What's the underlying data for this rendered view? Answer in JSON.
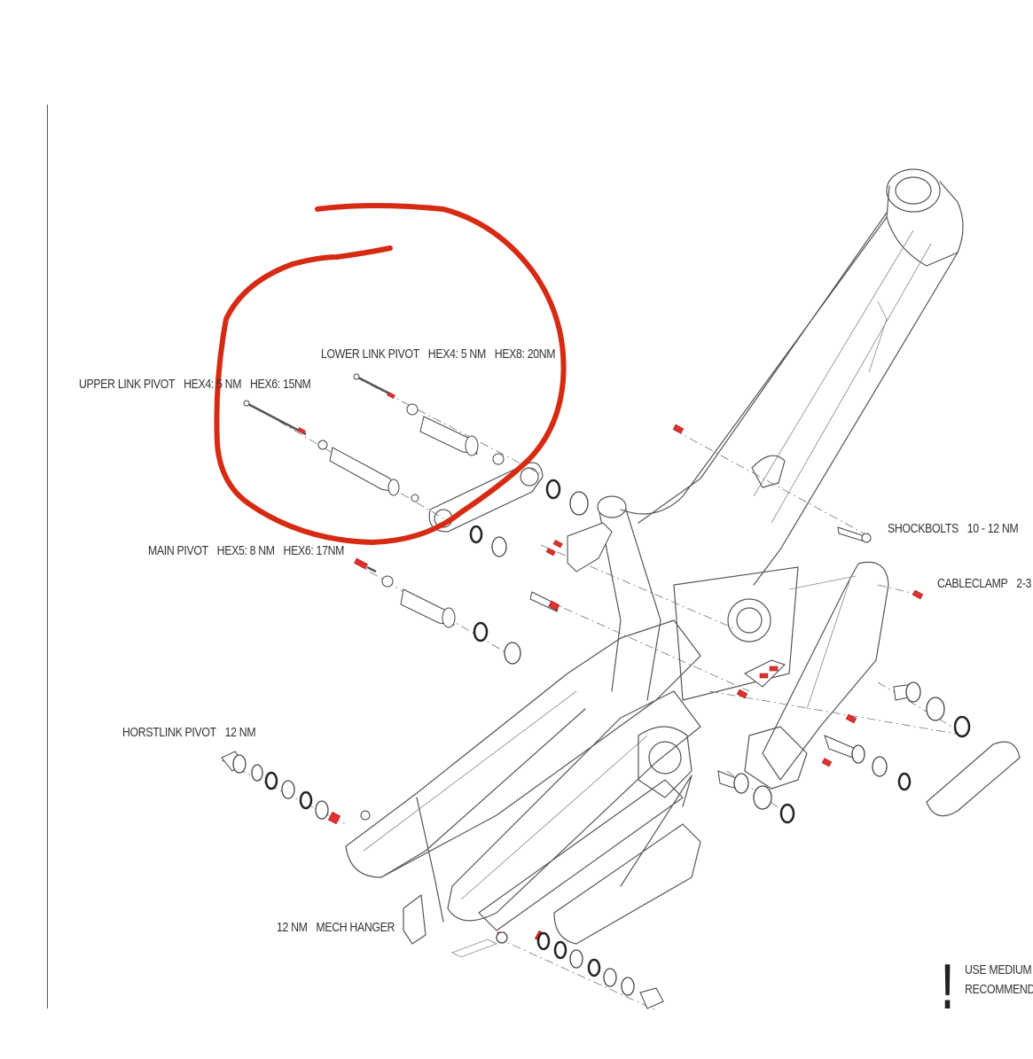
{
  "labels": {
    "lower_link": {
      "name": "LOWER LINK PIVOT",
      "t1": "HEX4: 5 NM",
      "t2": "HEX8: 20NM"
    },
    "upper_link": {
      "name": "UPPER LINK PIVOT",
      "t1": "HEX4: 5 NM",
      "t2": "HEX6: 15NM"
    },
    "main_pivot": {
      "name": "MAIN PIVOT",
      "t1": "HEX5: 8 NM",
      "t2": "HEX6: 17NM"
    },
    "shockbolts": {
      "name": "SHOCKBOLTS",
      "t1": "10 - 12 NM"
    },
    "cableclamp": {
      "name": "CABLECLAMP",
      "t1": "2-3"
    },
    "horstlink": {
      "name": "HORSTLINK PIVOT",
      "t1": "12 NM"
    },
    "mech_hanger": {
      "t1": "12 NM",
      "name": "MECH HANGER"
    }
  },
  "warning": {
    "mark": "!",
    "line1": "USE MEDIUM S",
    "line2": "RECOMMENDE"
  },
  "colors": {
    "annotation_red": "#d62b12",
    "bolt_red": "#e03030",
    "line_art": "#555555"
  }
}
